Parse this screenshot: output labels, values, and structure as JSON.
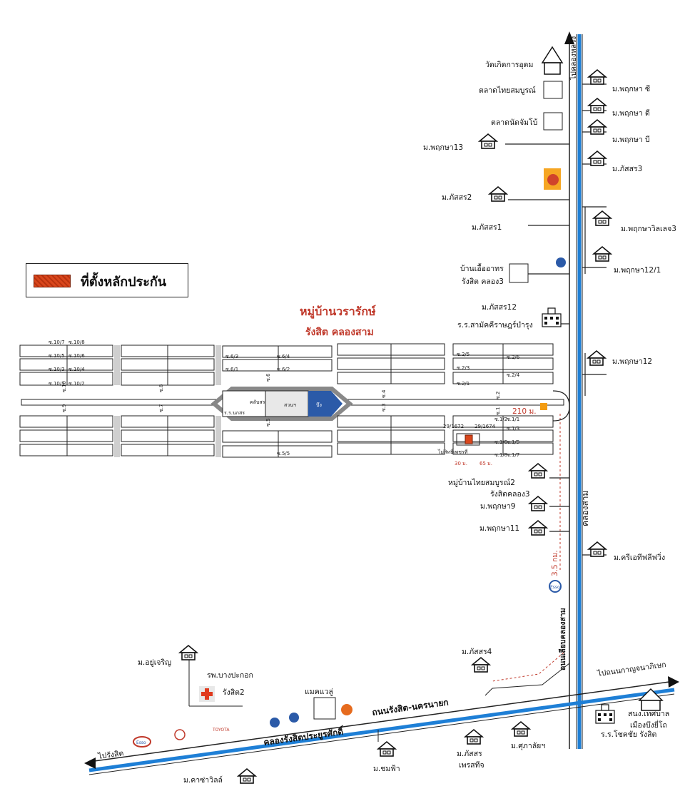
{
  "legend": {
    "label": "ที่ตั้งหลักประกัน",
    "color": "#d9461c"
  },
  "title": {
    "line1": "หมู่บ้านวรารักษ์",
    "line2": "รังสิต คลองสาม",
    "color": "#c0392b"
  },
  "road_colors": {
    "canal": "#1e7fd6",
    "road": "#9a9a9a"
  },
  "labels": {
    "wat": "วัดเกิดการอุดม",
    "market1": "ตลาดไทยสมบูรณ์",
    "market2": "ตลาดนัดจัมโบ้",
    "m_prueksa13": "ม.พฤกษา13",
    "m_phatsorn2": "ม.ภัสสร2",
    "m_phatsorn1": "ม.ภัสสร1",
    "baan_uea_1": "บ้านเอื้ออาทร",
    "baan_uea_2": "รังสิต คลอง3",
    "m_phatsorn12": "ม.ภัสสร12",
    "school1": "ร.ร.สามัคคีราษฎร์บำรุง",
    "m_prueksa_c": "ม.พฤกษา ซี",
    "m_prueksa_d": "ม.พฤกษา ดี",
    "m_prueksa_b": "ม.พฤกษา บี",
    "m_phatsorn3": "ม.ภัสสร3",
    "m_prueksa_villa3": "ม.พฤกษาวิลเลจ3",
    "m_prueksa12_1": "ม.พฤกษา12/1",
    "m_prueksa12": "ม.พฤกษา12",
    "to_khlong_luang": "ไปคลองหลวง",
    "khlong_sam": "คลองสาม",
    "thai_somboon2_1": "หมู่บ้านไทยสมบูรณ์2",
    "thai_somboon2_2": "รังสิตคลอง3",
    "m_prueksa9": "ม.พฤกษา9",
    "m_prueksa11": "ม.พฤกษา11",
    "m_creative": "ม.ครีเอทีฟลีฟวิ่ง",
    "dist_210": "210 ม.",
    "dist_35": "3.5 กม.",
    "dist_30": "30 ม.",
    "dist_65": "65 ม.",
    "plot1": "29/1672",
    "plot2": "29/1674",
    "mai_sit": "ไม่สิทธิ์เพชรที่",
    "school_nak": "ร.ร.นกสร",
    "club": "คลับสร",
    "park": "สวนฯ",
    "pond": "บึง",
    "road_khlong_sam": "ถนนเลียบคลองสาม",
    "m_phatsorn4": "ม.ภัสสร4",
    "rangsit_nakhon_nayok": "ถนนรังสิต-นครนายก",
    "khlong_rangsit": "คลองรังสิตประยูรศักดิ์",
    "to_kanchanaphisek": "ไปถนนกาญจนาภิเษก",
    "to_rangsit": "ไปรังสิต",
    "m_yoocharoen": "ม.อยู่เจริญ",
    "hospital_1": "รพ.บางปะกอก",
    "hospital_2": "รังสิต2",
    "makro": "แมคแวลู่",
    "m_chomfa": "ม.ชมฟ้า",
    "m_phatsorn_petch_1": "ม.ภัสสร",
    "m_phatsorn_petch_2": "เพรสทีจ",
    "m_supalai": "ม.ศุภาลัยฯ",
    "m_casa": "ม.คาซ่าวิลล์",
    "school2": "ร.ร.โชคชัย รังสิต",
    "municipal_1": "สนง.เทศบาล",
    "municipal_2": "เมืองบึงยี่โถ",
    "esso": "Esso",
    "toyota": "TOYOTA"
  },
  "sois": {
    "left": [
      "ซ.10/7",
      "ซ.10/8",
      "ซ.10/5",
      "ซ.10/6",
      "ซ.10/3",
      "ซ.10/4",
      "ซ.10/1",
      "ซ.10/2",
      "ซ.9",
      "ซ.10",
      "ซ.7",
      "ซ.8"
    ],
    "mid": [
      "ซ.6/3",
      "ซ.6/4",
      "ซ.6/1",
      "ซ.6/2",
      "ซ.6",
      "ซ.5",
      "ซ.5/5",
      "ซ.3",
      "ซ.4"
    ],
    "right": [
      "ซ.2/5",
      "ซ.2/6",
      "ซ.2/3",
      "ซ.2/4",
      "ซ.2/1",
      "ซ.2",
      "ซ.1",
      "ซ.1/2",
      "ซ.1/1",
      "ซ.1/3",
      "ซ.1/6",
      "ซ.1/5",
      "ซ.1/8",
      "ซ.1/7"
    ]
  }
}
